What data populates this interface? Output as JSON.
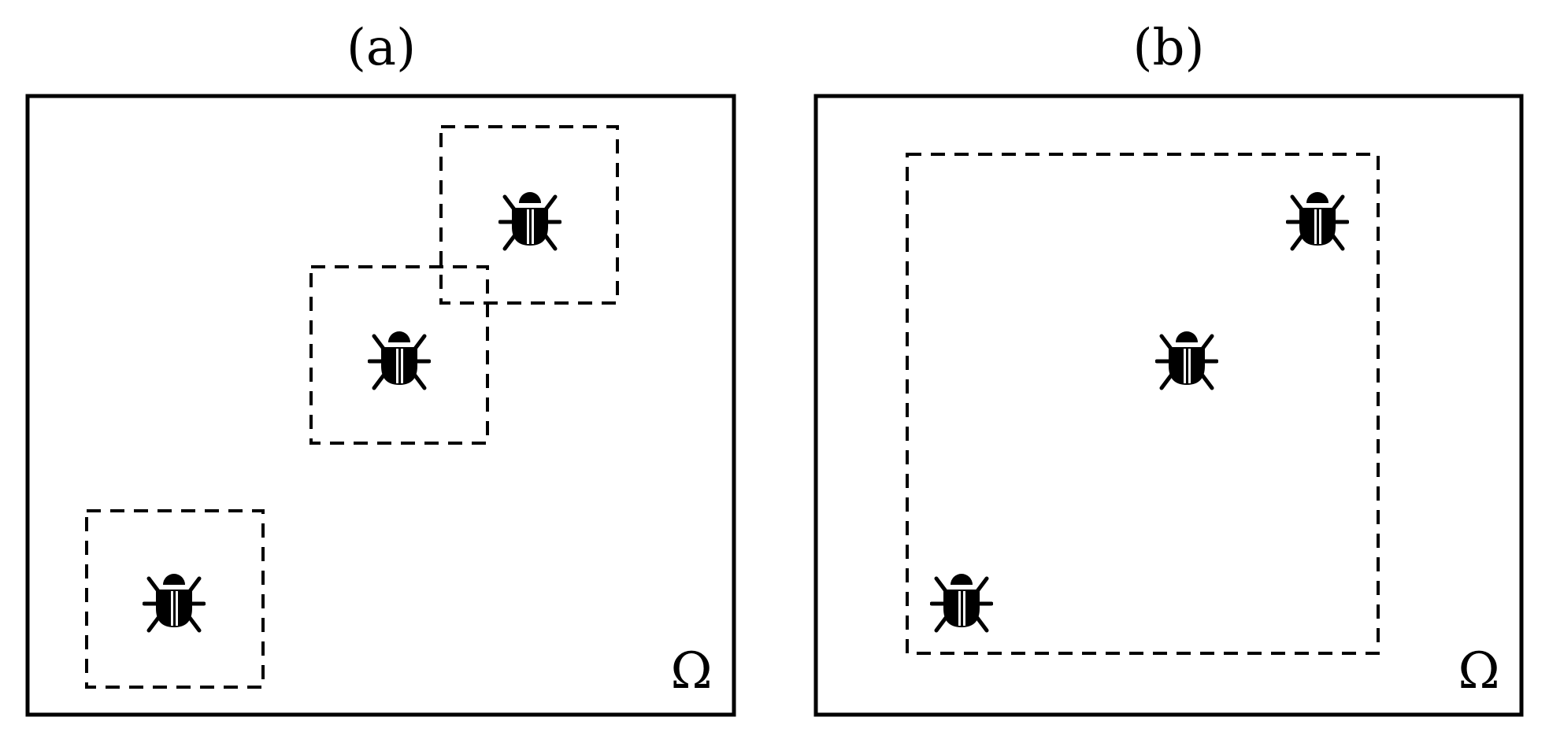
{
  "panels": [
    {
      "id": "a",
      "label": "(a)",
      "domain_symbol": "Ω",
      "bug_count": 3,
      "dashed_region_count": 3
    },
    {
      "id": "b",
      "label": "(b)",
      "domain_symbol": "Ω",
      "bug_count": 3,
      "dashed_region_count": 1
    }
  ],
  "icons": {
    "bug": "bug-icon"
  },
  "colors": {
    "stroke": "#000000",
    "background": "#ffffff"
  }
}
